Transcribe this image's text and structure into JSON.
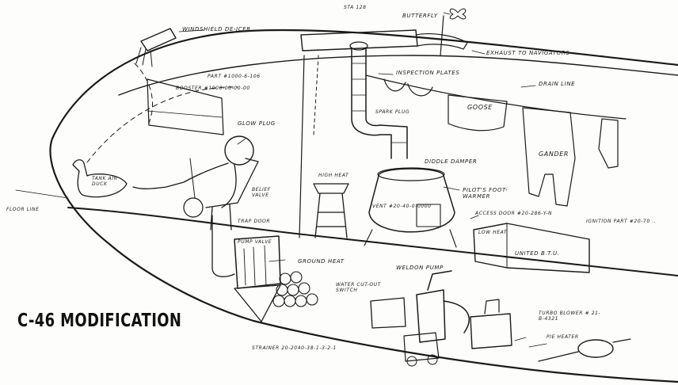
{
  "title": "C-46 MODIFICATION",
  "labels": {
    "sta": "STA 128",
    "butterfly": "BUTTERFLY",
    "windshield": "WINDSHIELD DE-ICER",
    "exhaust": "EXHAUST TO NAVIGATORS",
    "inspection": "INSPECTION PLATES",
    "drain": "DRAIN LINE",
    "part": "PART #1000-6-106",
    "booster": "BOOSTER #1000-00-00-00",
    "glowplug": "GLOW PLUG",
    "spark": "SPARK PLUG",
    "goose": "GOOSE",
    "gander": "GANDER",
    "highheat": "HIGH HEAT",
    "diddle": "DIDDLE DAMPER",
    "pilotwarmer": "PILOT'S FOOT-WARMER",
    "beliefvalve": "BELIEF VALVE",
    "tank": "TANK AIR DUCK",
    "floorline": "FLOOR LINE",
    "vent": "VENT #20-40-0-0000",
    "access": "ACCESS DOOR #20-286-Y-N",
    "ignition": "IGNITION PART #20-70 ..",
    "lowheat": "LOW HEAT",
    "united": "UNITED B.T.U.",
    "trapdoor": "TRAP DOOR",
    "pumpvalve": "PUMP VALVE",
    "groundheat": "GROUND HEAT",
    "waltonpump": "WELDON PUMP",
    "cutout": "WATER CUT-OUT SWITCH",
    "turbo": "TURBO BLOWER # 21-B-4321",
    "pieheater": "PIE HEATER",
    "strainer": "STRAINER 20-2040-38-1-3-2-1"
  },
  "colors": {
    "ink": "#1a1a1a",
    "paper": "#fdfdfb"
  }
}
